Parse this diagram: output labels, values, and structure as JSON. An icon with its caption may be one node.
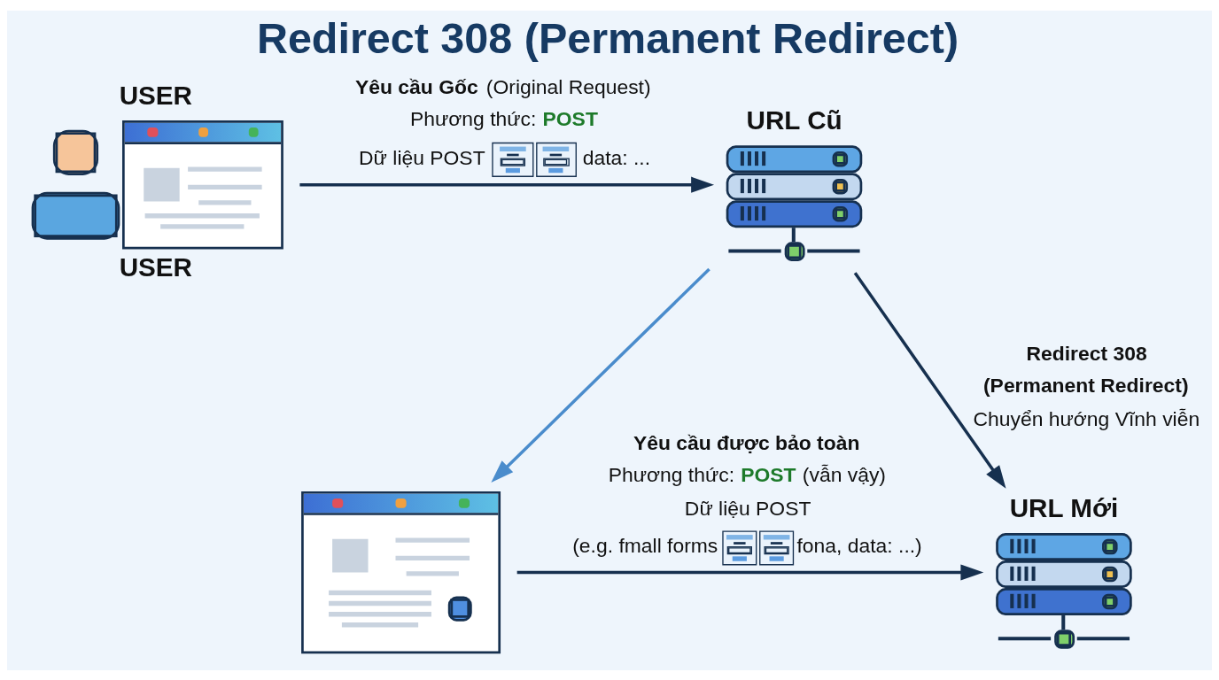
{
  "diagram": {
    "title": "Redirect 308 (Permanent Redirect)",
    "nodes": [
      {
        "text": [
          "USER"
        ],
        "beside": [
          "USER"
        ]
      },
      {
        "text": [
          "URL Cũ"
        ]
      },
      {
        "text": [],
        "shape": "picture"
      },
      {
        "text": [
          "URL Mới"
        ]
      }
    ],
    "edges": [
      {
        "from": 0,
        "to": 1,
        "arrow": "to",
        "label": "**Yêu cầu Gốc** (Original Request) Phương thức: **POST** Dữ liệu POST data: ..."
      },
      {
        "from": 1,
        "to": 2,
        "arrow": "to",
        "color": "#4a8ccc"
      },
      {
        "from": 1,
        "to": 3,
        "arrow": "to",
        "label": "**Redirect 308 (Permanent Redirect)** Chuyển hướng Vĩnh viễn"
      },
      {
        "from": 2,
        "to": 3,
        "arrow": "to",
        "label": "**Yêu cầu được bảo toàn** Phương thức: **POST** (vẫn vậy) Dữ liệu POST (e.g. fmall forms fona, data: ...)"
      }
    ]
  }
}
